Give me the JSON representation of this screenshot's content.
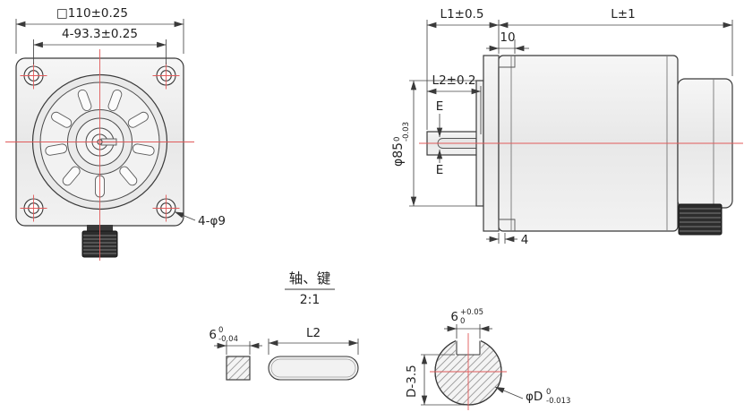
{
  "meta": {
    "background": "#ffffff",
    "line_color": "#3a3a3a",
    "centerline_color": "#e05a5a",
    "drawing_type": "motor-dimension-drawing"
  },
  "front_view": {
    "dim_outer": "□110±0.25",
    "dim_bolt_spacing": "4-93.3±0.25",
    "label_bolt_holes": "4-φ9"
  },
  "side_view": {
    "dim_l1": "L1±0.5",
    "dim_l": "L±1",
    "dim_front_offset": "10",
    "dim_l2": "L2±0.2",
    "dim_e_top": "E",
    "dim_e_bottom": "E",
    "dim_groove": "4",
    "dim_pilot": {
      "base": "φ85",
      "upper": "0",
      "lower": "-0.03"
    }
  },
  "detail_view": {
    "title": "轴、键",
    "scale": "2:1",
    "dim_key_length": "L2",
    "dim_flat_depth": "D-3.5",
    "dim_key_width": {
      "base": "6",
      "upper": "0",
      "lower": "-0.04"
    },
    "dim_slot_width": {
      "base": "6",
      "upper": "+0.05",
      "lower": "0"
    },
    "dim_shaft_dia": {
      "base": "φD",
      "upper": "0",
      "lower": "-0.013"
    }
  }
}
